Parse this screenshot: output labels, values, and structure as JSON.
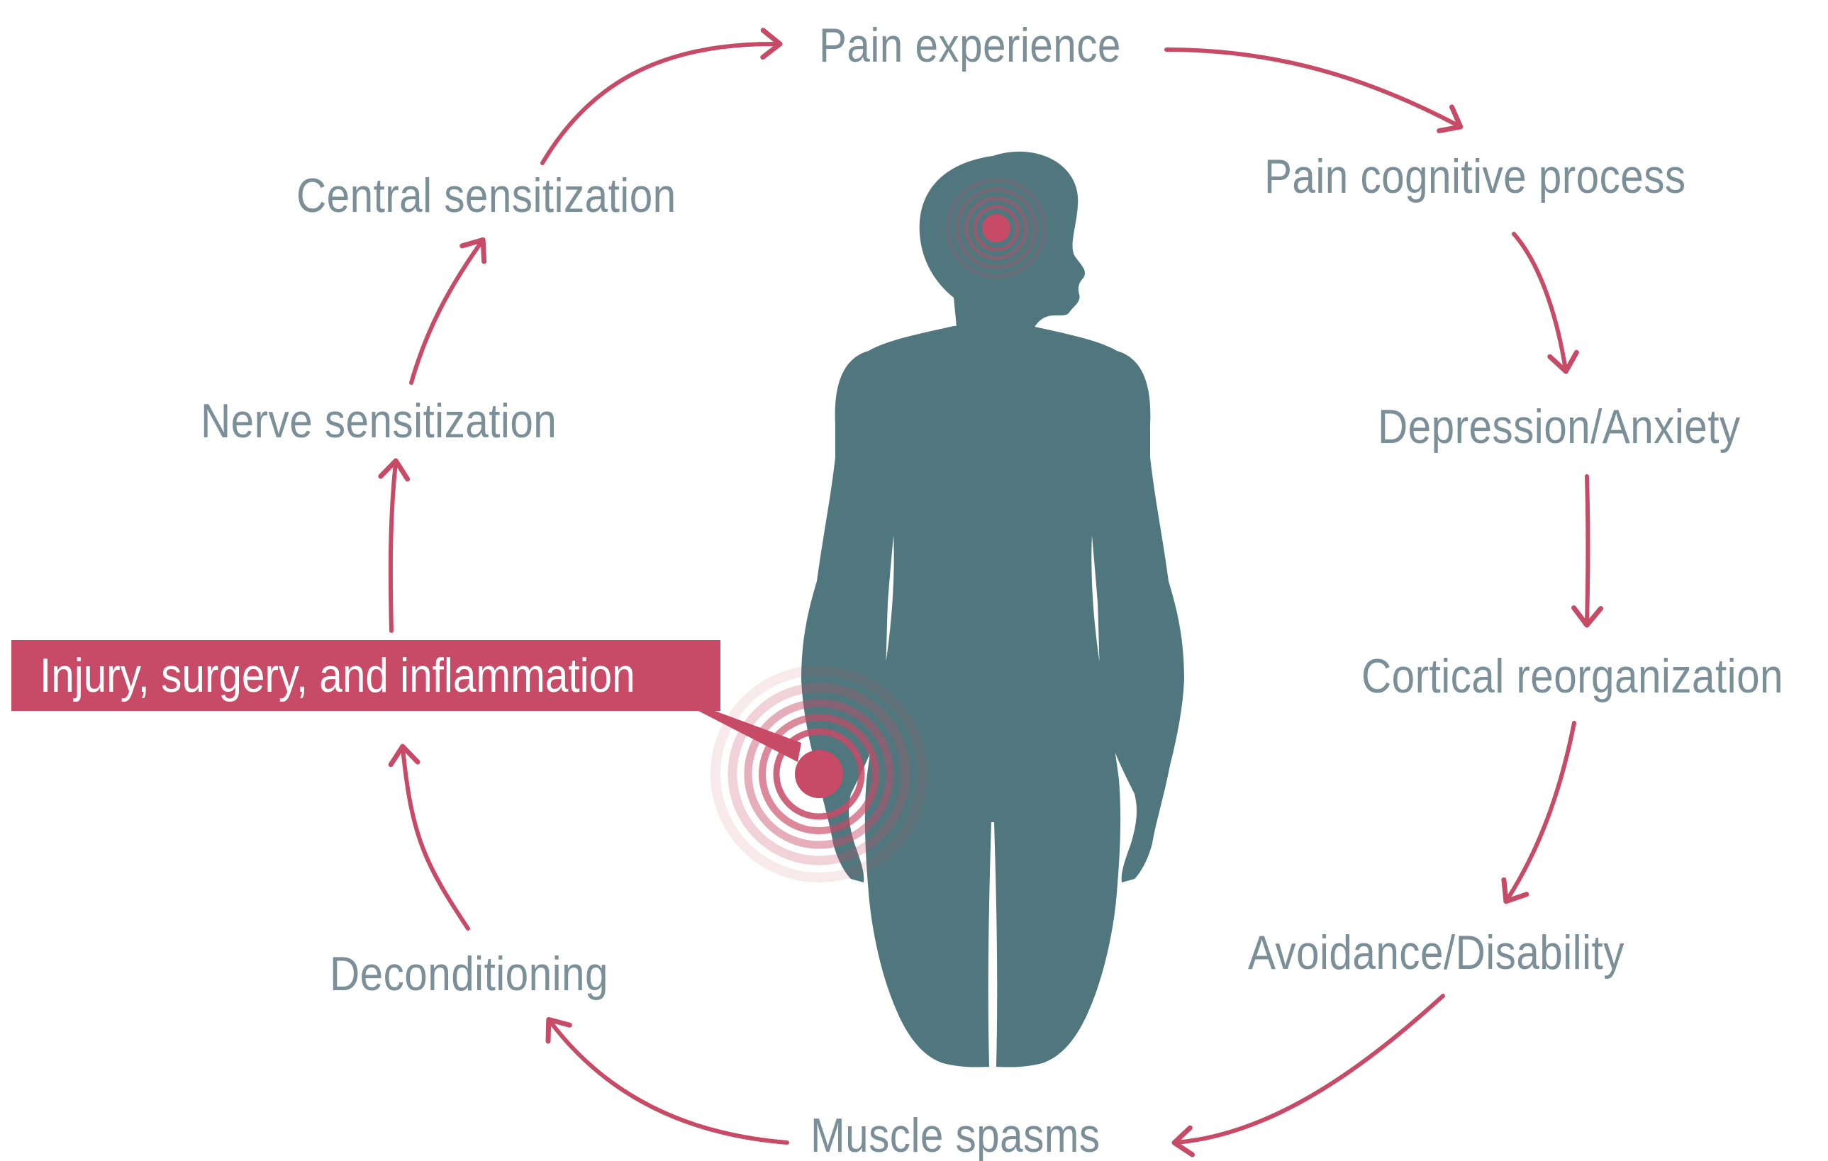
{
  "colors": {
    "label_text": "#7a8f98",
    "arrow": "#c74a66",
    "body": "#50777d",
    "highlight_box": "#c74a66",
    "highlight_text": "#ffffff",
    "pain_dot": "#c74a66"
  },
  "cycle": {
    "nodes": [
      {
        "id": "pain-experience",
        "label": "Pain experience"
      },
      {
        "id": "pain-cognitive-process",
        "label": "Pain cognitive process"
      },
      {
        "id": "depression-anxiety",
        "label": "Depression/Anxiety"
      },
      {
        "id": "cortical-reorganization",
        "label": "Cortical reorganization"
      },
      {
        "id": "avoidance-disability",
        "label": "Avoidance/Disability"
      },
      {
        "id": "muscle-spasms",
        "label": "Muscle spasms"
      },
      {
        "id": "deconditioning",
        "label": "Deconditioning"
      },
      {
        "id": "injury-surgery-inflammation",
        "label": "Injury, surgery, and inflammation",
        "highlighted": true
      },
      {
        "id": "nerve-sensitization",
        "label": "Nerve sensitization"
      },
      {
        "id": "central-sensitization",
        "label": "Central sensitization"
      }
    ],
    "edges": [
      {
        "from": "pain-experience",
        "to": "pain-cognitive-process"
      },
      {
        "from": "pain-cognitive-process",
        "to": "depression-anxiety"
      },
      {
        "from": "depression-anxiety",
        "to": "cortical-reorganization"
      },
      {
        "from": "cortical-reorganization",
        "to": "avoidance-disability"
      },
      {
        "from": "avoidance-disability",
        "to": "muscle-spasms"
      },
      {
        "from": "muscle-spasms",
        "to": "deconditioning"
      },
      {
        "from": "deconditioning",
        "to": "injury-surgery-inflammation"
      },
      {
        "from": "injury-surgery-inflammation",
        "to": "nerve-sensitization"
      },
      {
        "from": "nerve-sensitization",
        "to": "central-sensitization"
      },
      {
        "from": "central-sensitization",
        "to": "pain-experience"
      }
    ]
  },
  "figure": {
    "icons": [
      "human-body-silhouette-icon",
      "head-pain-target-icon",
      "hand-pain-target-icon"
    ]
  }
}
